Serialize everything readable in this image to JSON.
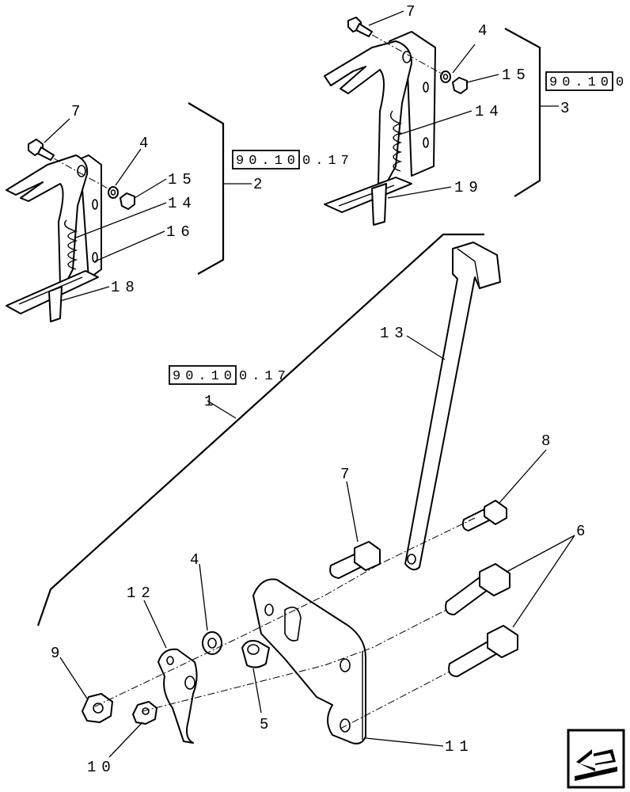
{
  "callouts": {
    "c7_top": "7",
    "c4_top": "4",
    "c15_top": "15",
    "c14_top": "14",
    "c3": "3",
    "c19": "19",
    "c7_left": "7",
    "c4_left": "4",
    "c15_left": "15",
    "c14_left": "14",
    "c2": "2",
    "c16": "16",
    "c18": "18",
    "c13": "13",
    "c1": "1",
    "c8": "8",
    "c7_bottom": "7",
    "c6": "6",
    "c4_bottom": "4",
    "c12": "12",
    "c9": "9",
    "c5": "5",
    "c10": "10",
    "c11": "11"
  },
  "references": {
    "ref_top": {
      "boxed": "90.10",
      "rest": "0"
    },
    "ref_left": {
      "boxed": "90.10",
      "rest": "0.17"
    },
    "ref_main": {
      "boxed": "90.10",
      "rest": "0.17"
    }
  },
  "icons": {
    "nav": "previous-page-arrow-icon"
  }
}
